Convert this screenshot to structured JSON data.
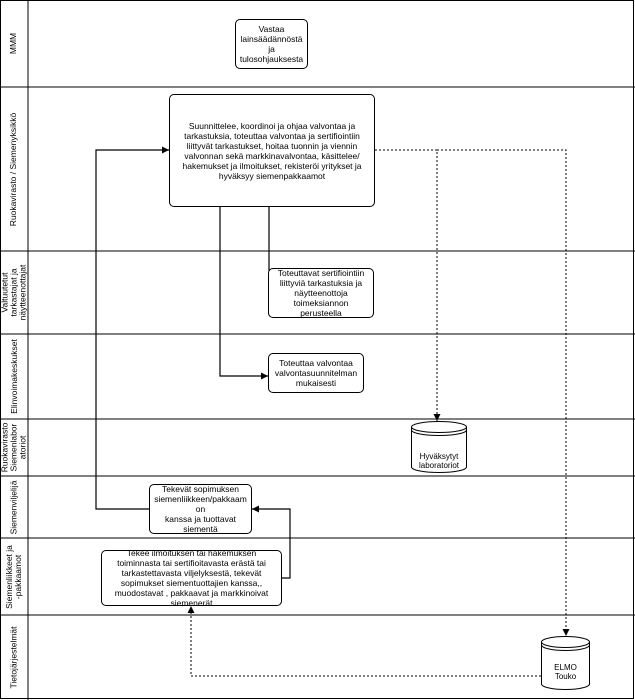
{
  "lanes": [
    {
      "id": "mmm",
      "label": "MMM"
    },
    {
      "id": "ruokavirasto",
      "label": "Ruokavirasto / Siemenyksikkö"
    },
    {
      "id": "valtuutetut",
      "label": "Valtuutetut\ntarkastajat ja\nnäytteenottajat"
    },
    {
      "id": "elinvoimakeskukset",
      "label": "Elinvoimakeskukset"
    },
    {
      "id": "laboratoriot",
      "label": "Ruokavirasto\nSiemenlabor\natoriot"
    },
    {
      "id": "siemenviljelijat",
      "label": "Siemenviljelijä"
    },
    {
      "id": "siemenliikkeet",
      "label": "Siemenliikkeet ja\n-pakkaamot"
    },
    {
      "id": "tietojarjestelmat",
      "label": "Tietojärjestelmät"
    }
  ],
  "nodes": {
    "mmm_box": "Vastaa\nlainsäädännöstä\nja\ntulosohjauksesta",
    "ruokavirasto_box": "Suunnittelee, koordinoi ja ohjaa valvontaa ja\ntarkastuksia, toteuttaa valvontaa ja sertifiointiin\nliittyvät tarkastukset, hoitaa tuonnin ja viennin\nvalvonnan sekä markkinavalvontaa, käsittelee/\nhakemukset ja ilmoitukset, rekisteröi yritykset ja\nhyväksyy siemenpakkaamot",
    "valtuutetut_box": "Toteuttavat sertifiointiin\nliittyviä tarkastuksia ja\nnäytteenottoja\ntoimeksiannon\nperusteella",
    "elinvoima_box": "Toteuttaa valvontaa\nvalvontasuunnitelman\nmukaisesti",
    "lab_db": "Hyväksytyt\nlaboratoriot",
    "viljelija_box": "Tekevät sopimuksen\nsiemenliikkeen/pakkaam\non\nkanssa ja tuottavat\nsiementä",
    "siemenliike_box": "Tekee ilmoituksen tai hakemuksen\ntoiminnasta tai sertifioitavasta erästä tai\ntarkastettavasta viljelyksestä, tekevät\nsopimukset siementuottajien kanssa,,\nmuodostavat ,  pakkaavat ja markkinoivat\nsiemenerät",
    "elmo_db": "ELMO\nTouko"
  }
}
